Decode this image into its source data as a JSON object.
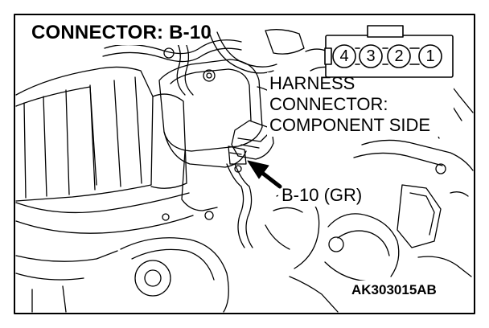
{
  "title": "CONNECTOR: B-10",
  "harness_label_lines": [
    "HARNESS",
    "CONNECTOR:",
    "COMPONENT SIDE"
  ],
  "connector_pins": [
    "4",
    "3",
    "2",
    "1"
  ],
  "callout_label": "B-10 (GR)",
  "figure_id": "AK303015AB",
  "colors": {
    "line": "#000000",
    "background": "#ffffff",
    "label_backing": "#ffffff"
  },
  "icons": [
    "connector-face-icon",
    "pointer-arrow-icon"
  ]
}
